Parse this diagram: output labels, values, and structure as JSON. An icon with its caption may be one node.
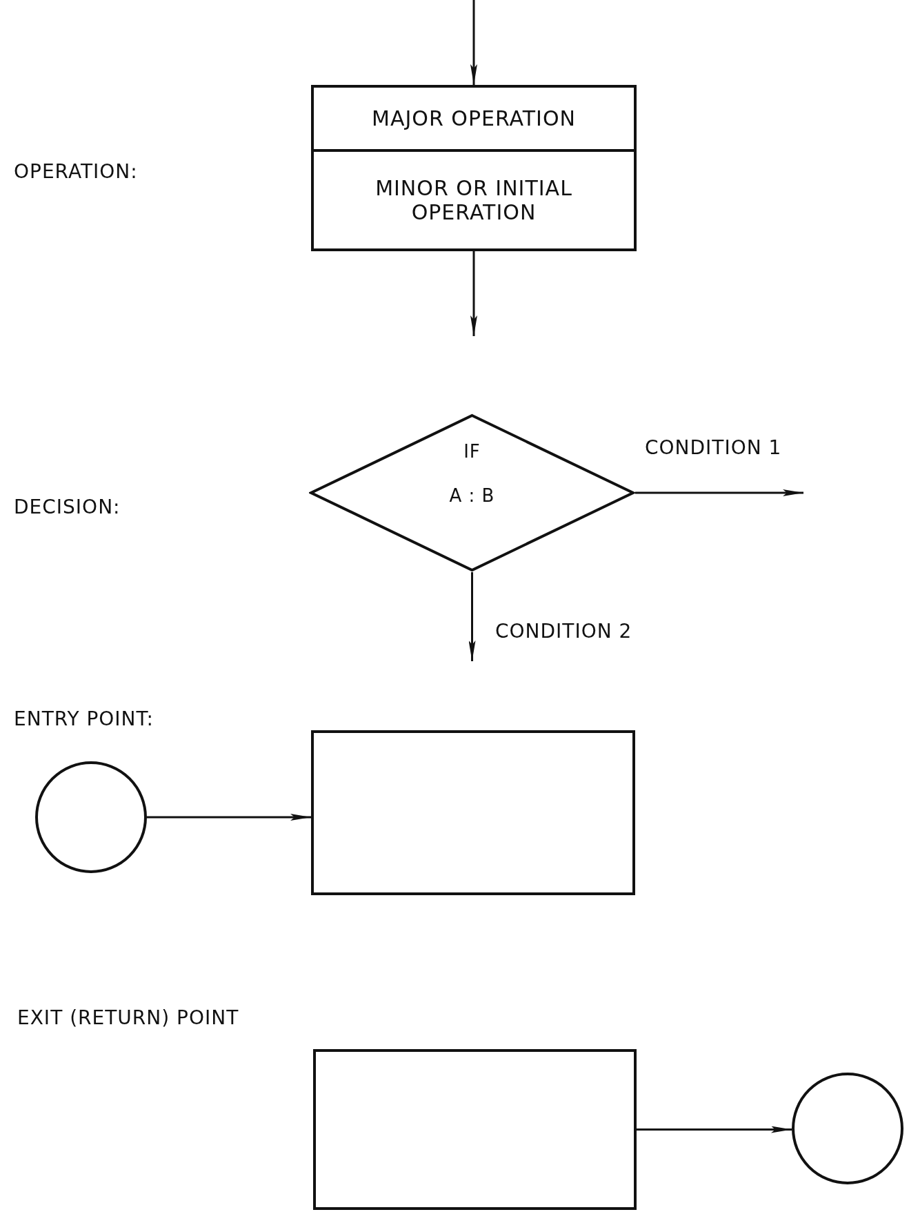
{
  "diagram": {
    "nodes": [
      {
        "text": [
          "MAJOR OPERATION",
          "MINOR OR INITIAL OPERATION"
        ]
      },
      {
        "text": [
          "IF",
          "A : B"
        ]
      },
      {
        "text": [],
        "shape": "circle"
      },
      {
        "text": [],
        "shape": "box"
      },
      {
        "text": [],
        "shape": "box"
      },
      {
        "text": [],
        "shape": "circle"
      }
    ],
    "edges": [
      {
        "from": null,
        "to": 0,
        "arrow": "to"
      },
      {
        "from": 0,
        "to": null,
        "arrow": "to"
      },
      {
        "from": 1,
        "to": null,
        "arrow": "to",
        "label": "CONDITION 1"
      },
      {
        "from": 1,
        "to": null,
        "arrow": "to",
        "label": "CONDITION 2"
      },
      {
        "from": 2,
        "to": 3,
        "arrow": "to"
      },
      {
        "from": 4,
        "to": 5,
        "arrow": "to"
      }
    ],
    "labels": [
      "OPERATION:",
      "DECISION:",
      "ENTRY POINT:",
      "EXIT (RETURN) POINT"
    ]
  }
}
